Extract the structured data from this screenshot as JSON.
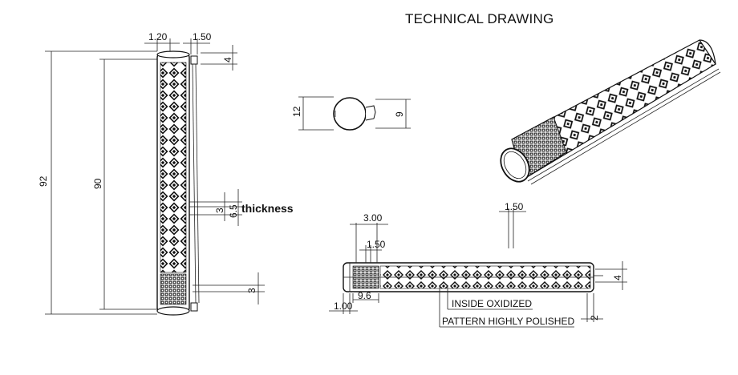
{
  "title": "TECHNICAL DRAWING",
  "front_view": {
    "dim_top_left": "1.20",
    "dim_top_right": "1.50",
    "dim_top_right_small": "4",
    "dim_overall_length": "92",
    "dim_inner_length": "90",
    "dim_band_a": "3",
    "dim_band_b": "6.5",
    "thickness_label": "thickness",
    "dim_bottom_band": "3"
  },
  "end_view": {
    "dim_height_left": "12",
    "dim_height_right": "9"
  },
  "side_view": {
    "dim_top_1": "3.00",
    "dim_top_2": "1.50",
    "dim_top_right": "1.50",
    "dim_right": "4",
    "dim_bottom_left": "1.00",
    "dim_bottom_mid": "9.6",
    "dim_bottom_right": "2",
    "note_1": "INSIDE OXIDIZED",
    "note_2": "PATTERN HIGHLY POLISHED"
  },
  "colors": {
    "line": "#111111",
    "background": "#ffffff"
  }
}
